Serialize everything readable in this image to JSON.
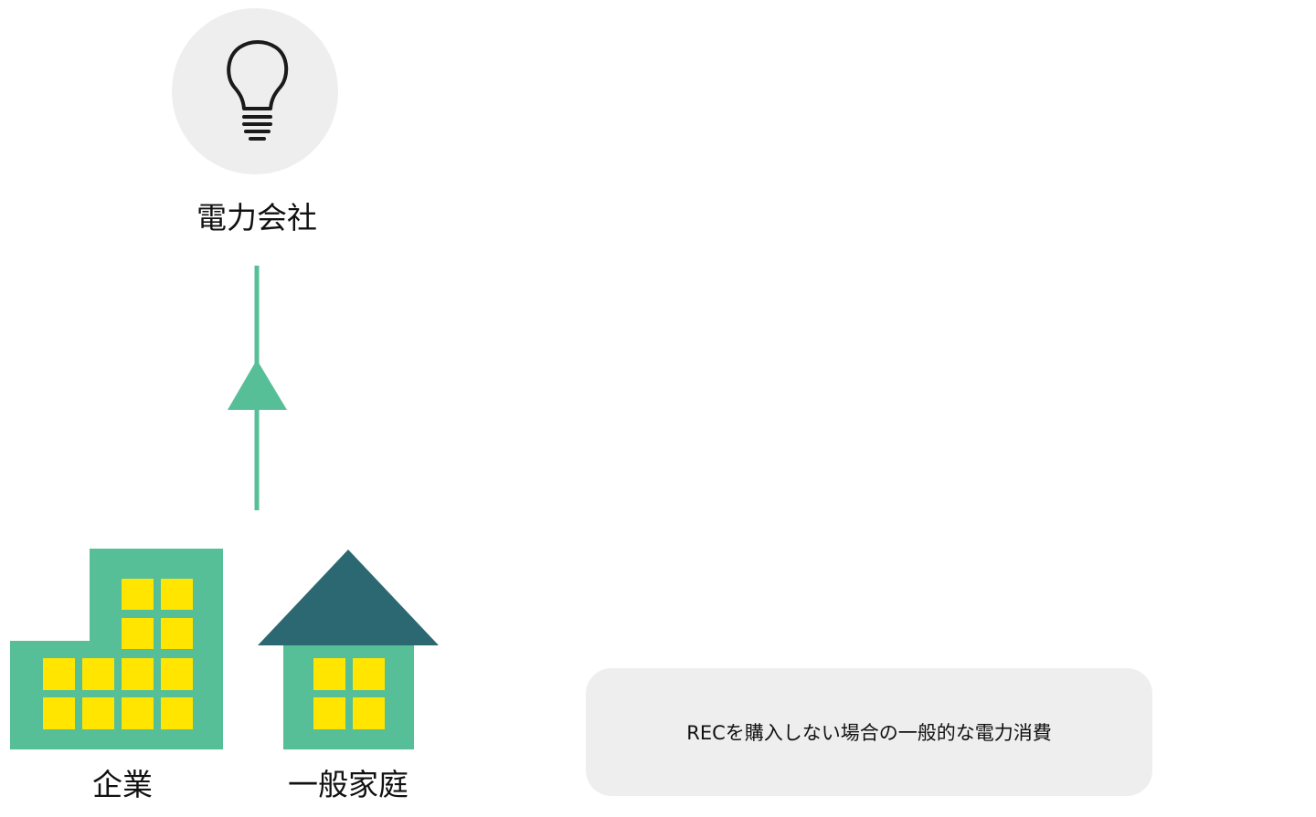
{
  "labels": {
    "utility": "電力会社",
    "company": "企業",
    "household": "一般家庭"
  },
  "caption": "RECを購入しない場合の一般的な電力消費",
  "icons": {
    "utility": "lightbulb-icon",
    "company": "office-building-icon",
    "household": "house-icon",
    "flow": "arrow-up-icon"
  },
  "colors": {
    "green": "#56BF98",
    "window_yellow": "#FFE500",
    "roof_teal": "#2C6872",
    "icon_bg": "#EEEEEE",
    "caption_bg": "#EEEEEE",
    "text": "#111111"
  }
}
